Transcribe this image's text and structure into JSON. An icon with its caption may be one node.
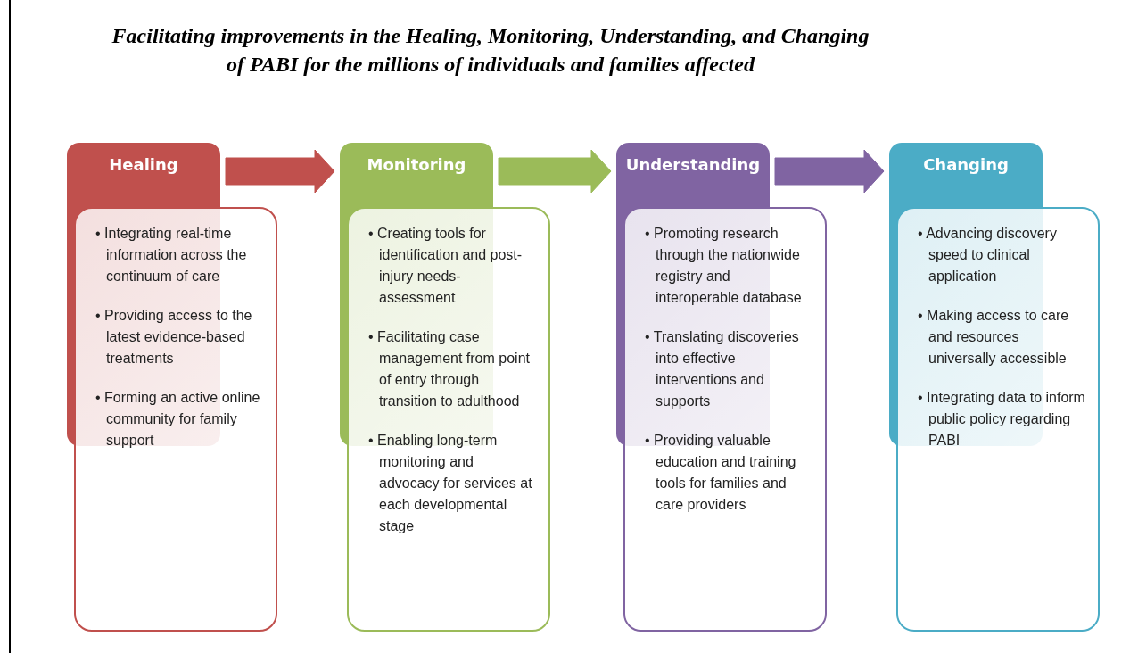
{
  "diagram": {
    "title": "Facilitating improvements in the Healing, Monitoring, Understanding, and Changing of PABI for the millions of individuals and families affected",
    "nodes": [
      {
        "text": [
          "Healing"
        ]
      },
      {
        "text": [
          "• Integrating real-time information across the continuum of care",
          "• Providing access to the latest evidence-based treatments",
          "• Forming an active online community for family support"
        ]
      },
      {
        "text": [
          "Monitoring"
        ]
      },
      {
        "text": [
          "• Creating tools for identification and post-injury needs-assessment",
          "• Facilitating case management from point of entry through transition to adulthood",
          "• Enabling long-term monitoring  and advocacy for services at each developmental stage"
        ]
      },
      {
        "text": [
          "Understanding"
        ]
      },
      {
        "text": [
          "• Promoting research through the nationwide registry and interoperable database",
          "• Translating discoveries into effective interventions and supports",
          "• Providing valuable education and training tools for families and care providers"
        ]
      },
      {
        "text": [
          "Changing"
        ]
      },
      {
        "text": [
          "• Advancing discovery speed to clinical application",
          "• Making access to care and resources universally accessible",
          "• Integrating data to inform public policy regarding PABI"
        ]
      }
    ],
    "edges": [
      {
        "from": 0,
        "to": 2,
        "arrow": "to",
        "style": "thick",
        "color": "#c0504d"
      },
      {
        "from": 2,
        "to": 4,
        "arrow": "to",
        "style": "thick",
        "color": "#9bbb59"
      },
      {
        "from": 4,
        "to": 6,
        "arrow": "to",
        "style": "thick",
        "color": "#8064a2"
      }
    ]
  }
}
